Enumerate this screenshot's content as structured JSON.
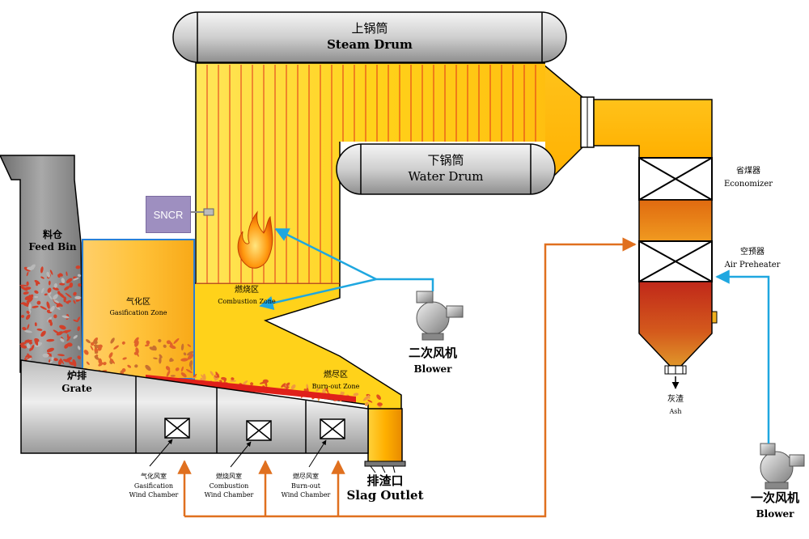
{
  "labels": {
    "steam_drum_zh": "上锅筒",
    "steam_drum_en": "Steam Drum",
    "water_drum_zh": "下锅筒",
    "water_drum_en": "Water Drum",
    "feed_bin_zh": "料仓",
    "feed_bin_en": "Feed Bin",
    "gasification_zone_zh": "气化区",
    "gasification_zone_en": "Gasification Zone",
    "combustion_zone_zh": "燃烧区",
    "combustion_zone_en": "Combustion Zone",
    "burnout_zone_zh": "燃尽区",
    "burnout_zone_en": "Burn-out Zone",
    "grate_zh": "炉排",
    "grate_en": "Grate",
    "sncr": "SNCR",
    "secondary_blower_zh": "二次风机",
    "secondary_blower_en": "Blower",
    "primary_blower_zh": "一次风机",
    "primary_blower_en": "Blower",
    "economizer_zh": "省煤器",
    "economizer_en": "Economizer",
    "air_preheater_zh": "空预器",
    "air_preheater_en": "Air Preheater",
    "ash_zh": "灰渣",
    "ash_en": "Ash",
    "slag_outlet_zh": "排渣口",
    "slag_outlet_en": "Slag Outlet",
    "gas_chamber_zh": "气化风室",
    "gas_chamber_en1": "Gasification",
    "gas_chamber_en2": "Wind Chamber",
    "comb_chamber_zh": "燃烧风室",
    "comb_chamber_en1": "Combustion",
    "comb_chamber_en2": "Wind Chamber",
    "burn_chamber_zh": "燃尽风室",
    "burn_chamber_en1": "Burn-out",
    "burn_chamber_en2": "Wind Chamber"
  },
  "colors": {
    "secondary_air": "#1fa7e0",
    "primary_air": "#e0701f",
    "furnace_yellow": "#ffd21a",
    "duct_orange": "#ffb300",
    "drum_gray": "#cfcfcf",
    "feed_bin_gray": "#8a8a8a",
    "sncr_purple": "#9e8fc0"
  }
}
